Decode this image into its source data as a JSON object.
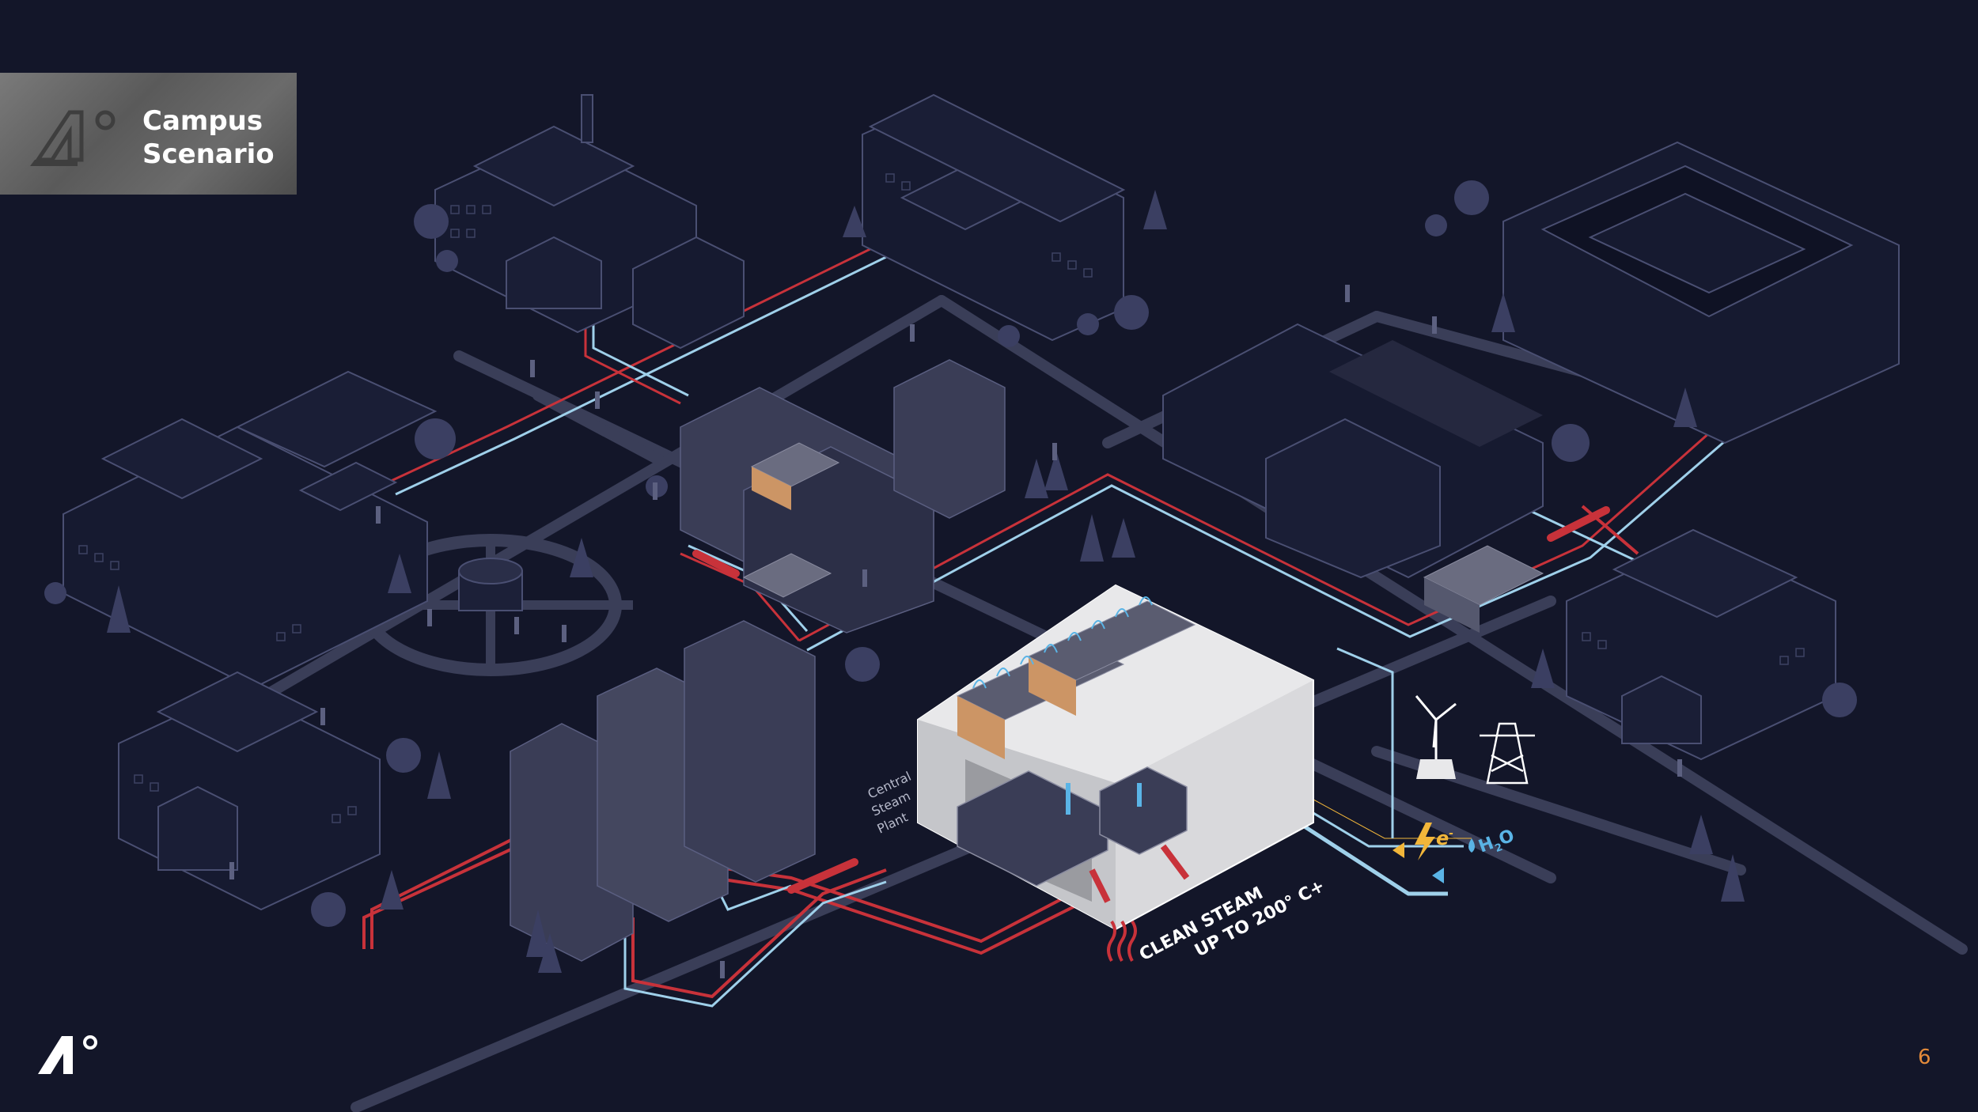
{
  "slide": {
    "title_line1": "Campus",
    "title_line2": "Scenario",
    "page_number": "6"
  },
  "diagram": {
    "plant_label": [
      "Central",
      "Steam",
      "Plant"
    ],
    "steam_label_line1": "CLEAN STEAM",
    "steam_label_line2": "UP TO 200° C+",
    "electricity_label": "e",
    "electricity_superscript": "-",
    "water_label": "H",
    "water_subscript": "2",
    "water_suffix": "O"
  },
  "colors": {
    "background": "#131629",
    "outline": "#4a4f72",
    "hot_pipe": "#c8323a",
    "cool_pipe": "#9fd0ea",
    "accent_yellow": "#f2b63a",
    "accent_blue": "#5ab4e6",
    "page_number": "#e38a3a"
  },
  "icons": [
    "campus-logo-icon",
    "wind-turbine-icon",
    "power-tower-icon",
    "electricity-bolt-icon",
    "water-drop-icon",
    "steam-heat-icon"
  ]
}
